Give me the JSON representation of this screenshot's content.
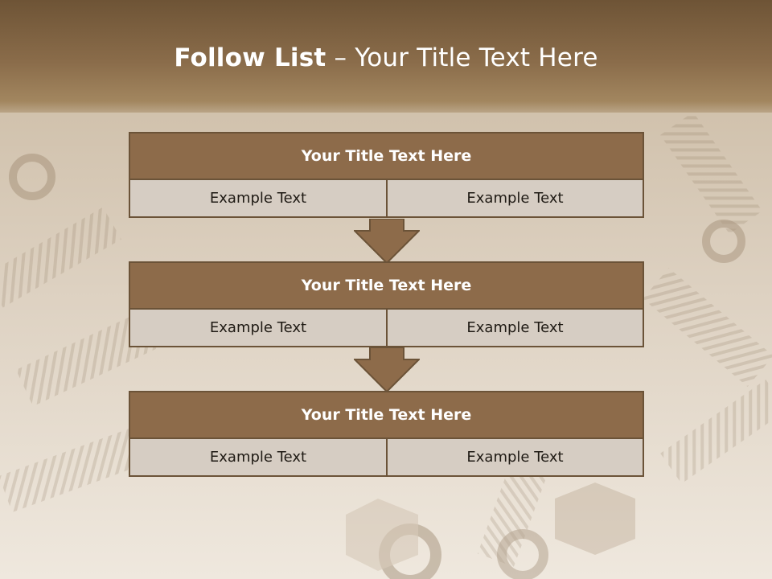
{
  "slide": {
    "title_bold": "Follow List",
    "title_rest": " – Your Title Text Here"
  },
  "steps": [
    {
      "title": "Your Title Text Here",
      "left": "Example Text",
      "right": "Example Text"
    },
    {
      "title": "Your Title Text Here",
      "left": "Example Text",
      "right": "Example Text"
    },
    {
      "title": "Your Title Text Here",
      "left": "Example Text",
      "right": "Example Text"
    }
  ],
  "colors": {
    "header_fill": "#8d6b4a",
    "border": "#6b5338",
    "cell_fill": "#d6cdc3",
    "arrow_fill": "#8d6b4a"
  }
}
